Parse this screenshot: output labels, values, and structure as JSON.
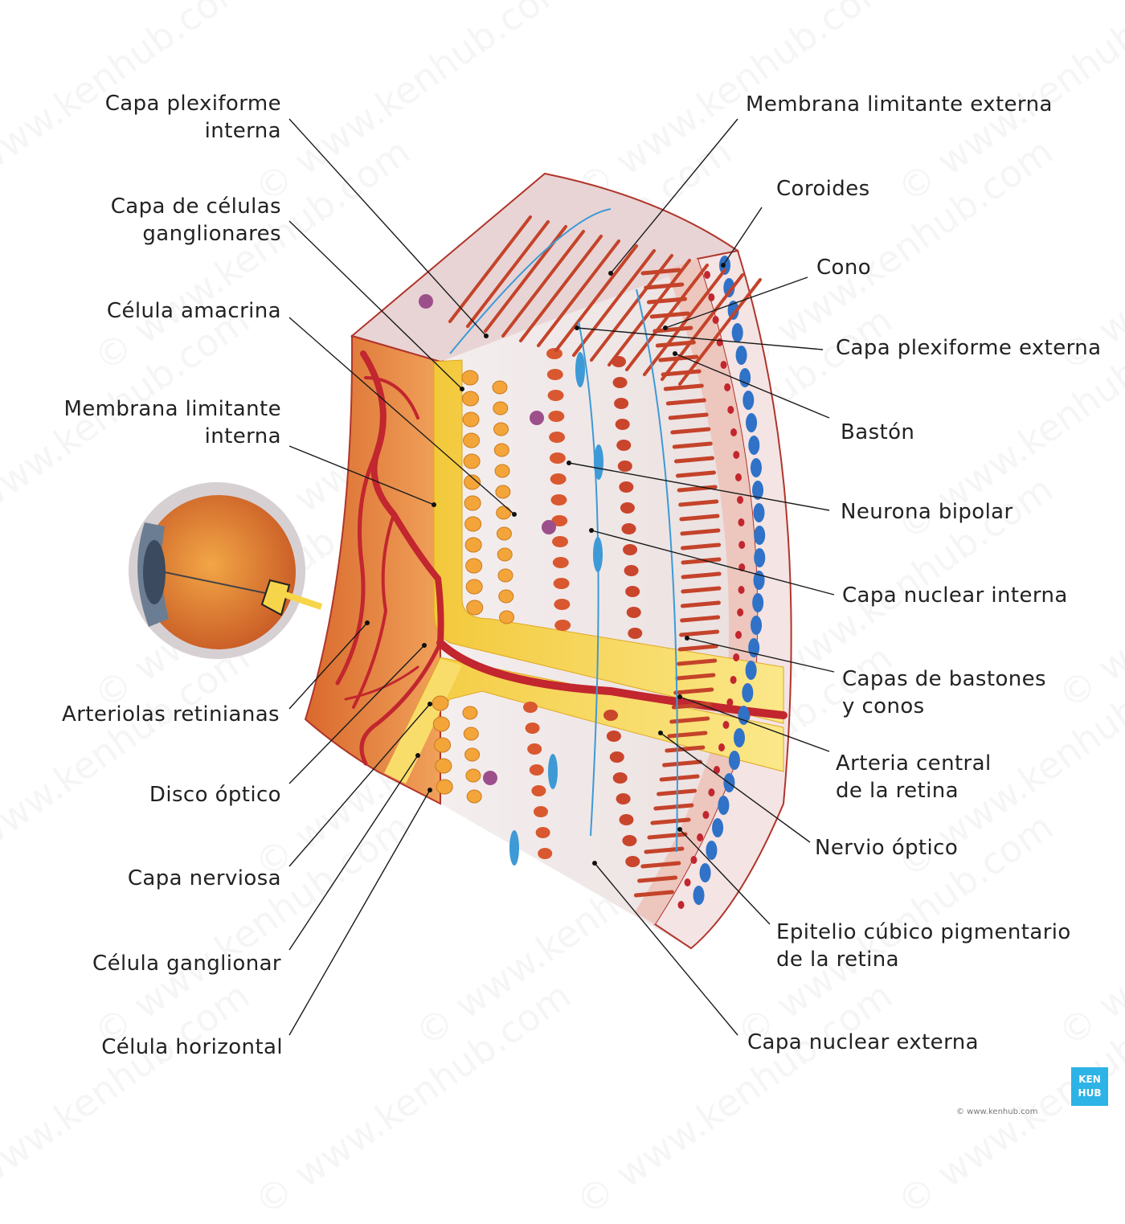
{
  "watermark": "© www.kenhub.com",
  "logo": {
    "line1": "KEN",
    "line2": "HUB"
  },
  "credit": "© www.kenhub.com",
  "colors": {
    "vitreous": "#e8893e",
    "nerve_fiber": "#f6d54a",
    "ganglion": "#f3a53a",
    "photoreceptor": "#c4432a",
    "choroid_blue": "#2f72c7",
    "vessel_red": "#c2262e",
    "membrane_line": "#3d9ad6",
    "amacrine": "#9c4f8a"
  },
  "labels_left": [
    {
      "lines": [
        "Capa plexiforme",
        "interna"
      ]
    },
    {
      "lines": [
        "Capa de células",
        "ganglionares"
      ]
    },
    {
      "lines": [
        "Célula amacrina"
      ]
    },
    {
      "lines": [
        "Membrana limitante",
        "interna"
      ]
    },
    {
      "lines": [
        "Arteriolas retinianas"
      ]
    },
    {
      "lines": [
        "Disco óptico"
      ]
    },
    {
      "lines": [
        "Capa nerviosa"
      ]
    },
    {
      "lines": [
        "Célula ganglionar"
      ]
    },
    {
      "lines": [
        "Célula horizontal"
      ]
    }
  ],
  "labels_right": [
    {
      "lines": [
        "Membrana limitante externa"
      ]
    },
    {
      "lines": [
        "Coroides"
      ]
    },
    {
      "lines": [
        "Cono"
      ]
    },
    {
      "lines": [
        "Capa plexiforme externa"
      ]
    },
    {
      "lines": [
        "Bastón"
      ]
    },
    {
      "lines": [
        "Neurona bipolar"
      ]
    },
    {
      "lines": [
        "Capa nuclear interna"
      ]
    },
    {
      "lines": [
        "Capas de bastones",
        "y conos"
      ]
    },
    {
      "lines": [
        "Arteria central",
        "de la retina"
      ]
    },
    {
      "lines": [
        "Nervio óptico"
      ]
    },
    {
      "lines": [
        "Epitelio cúbico pigmentario",
        "de la retina"
      ]
    },
    {
      "lines": [
        "Capa nuclear externa"
      ]
    }
  ]
}
